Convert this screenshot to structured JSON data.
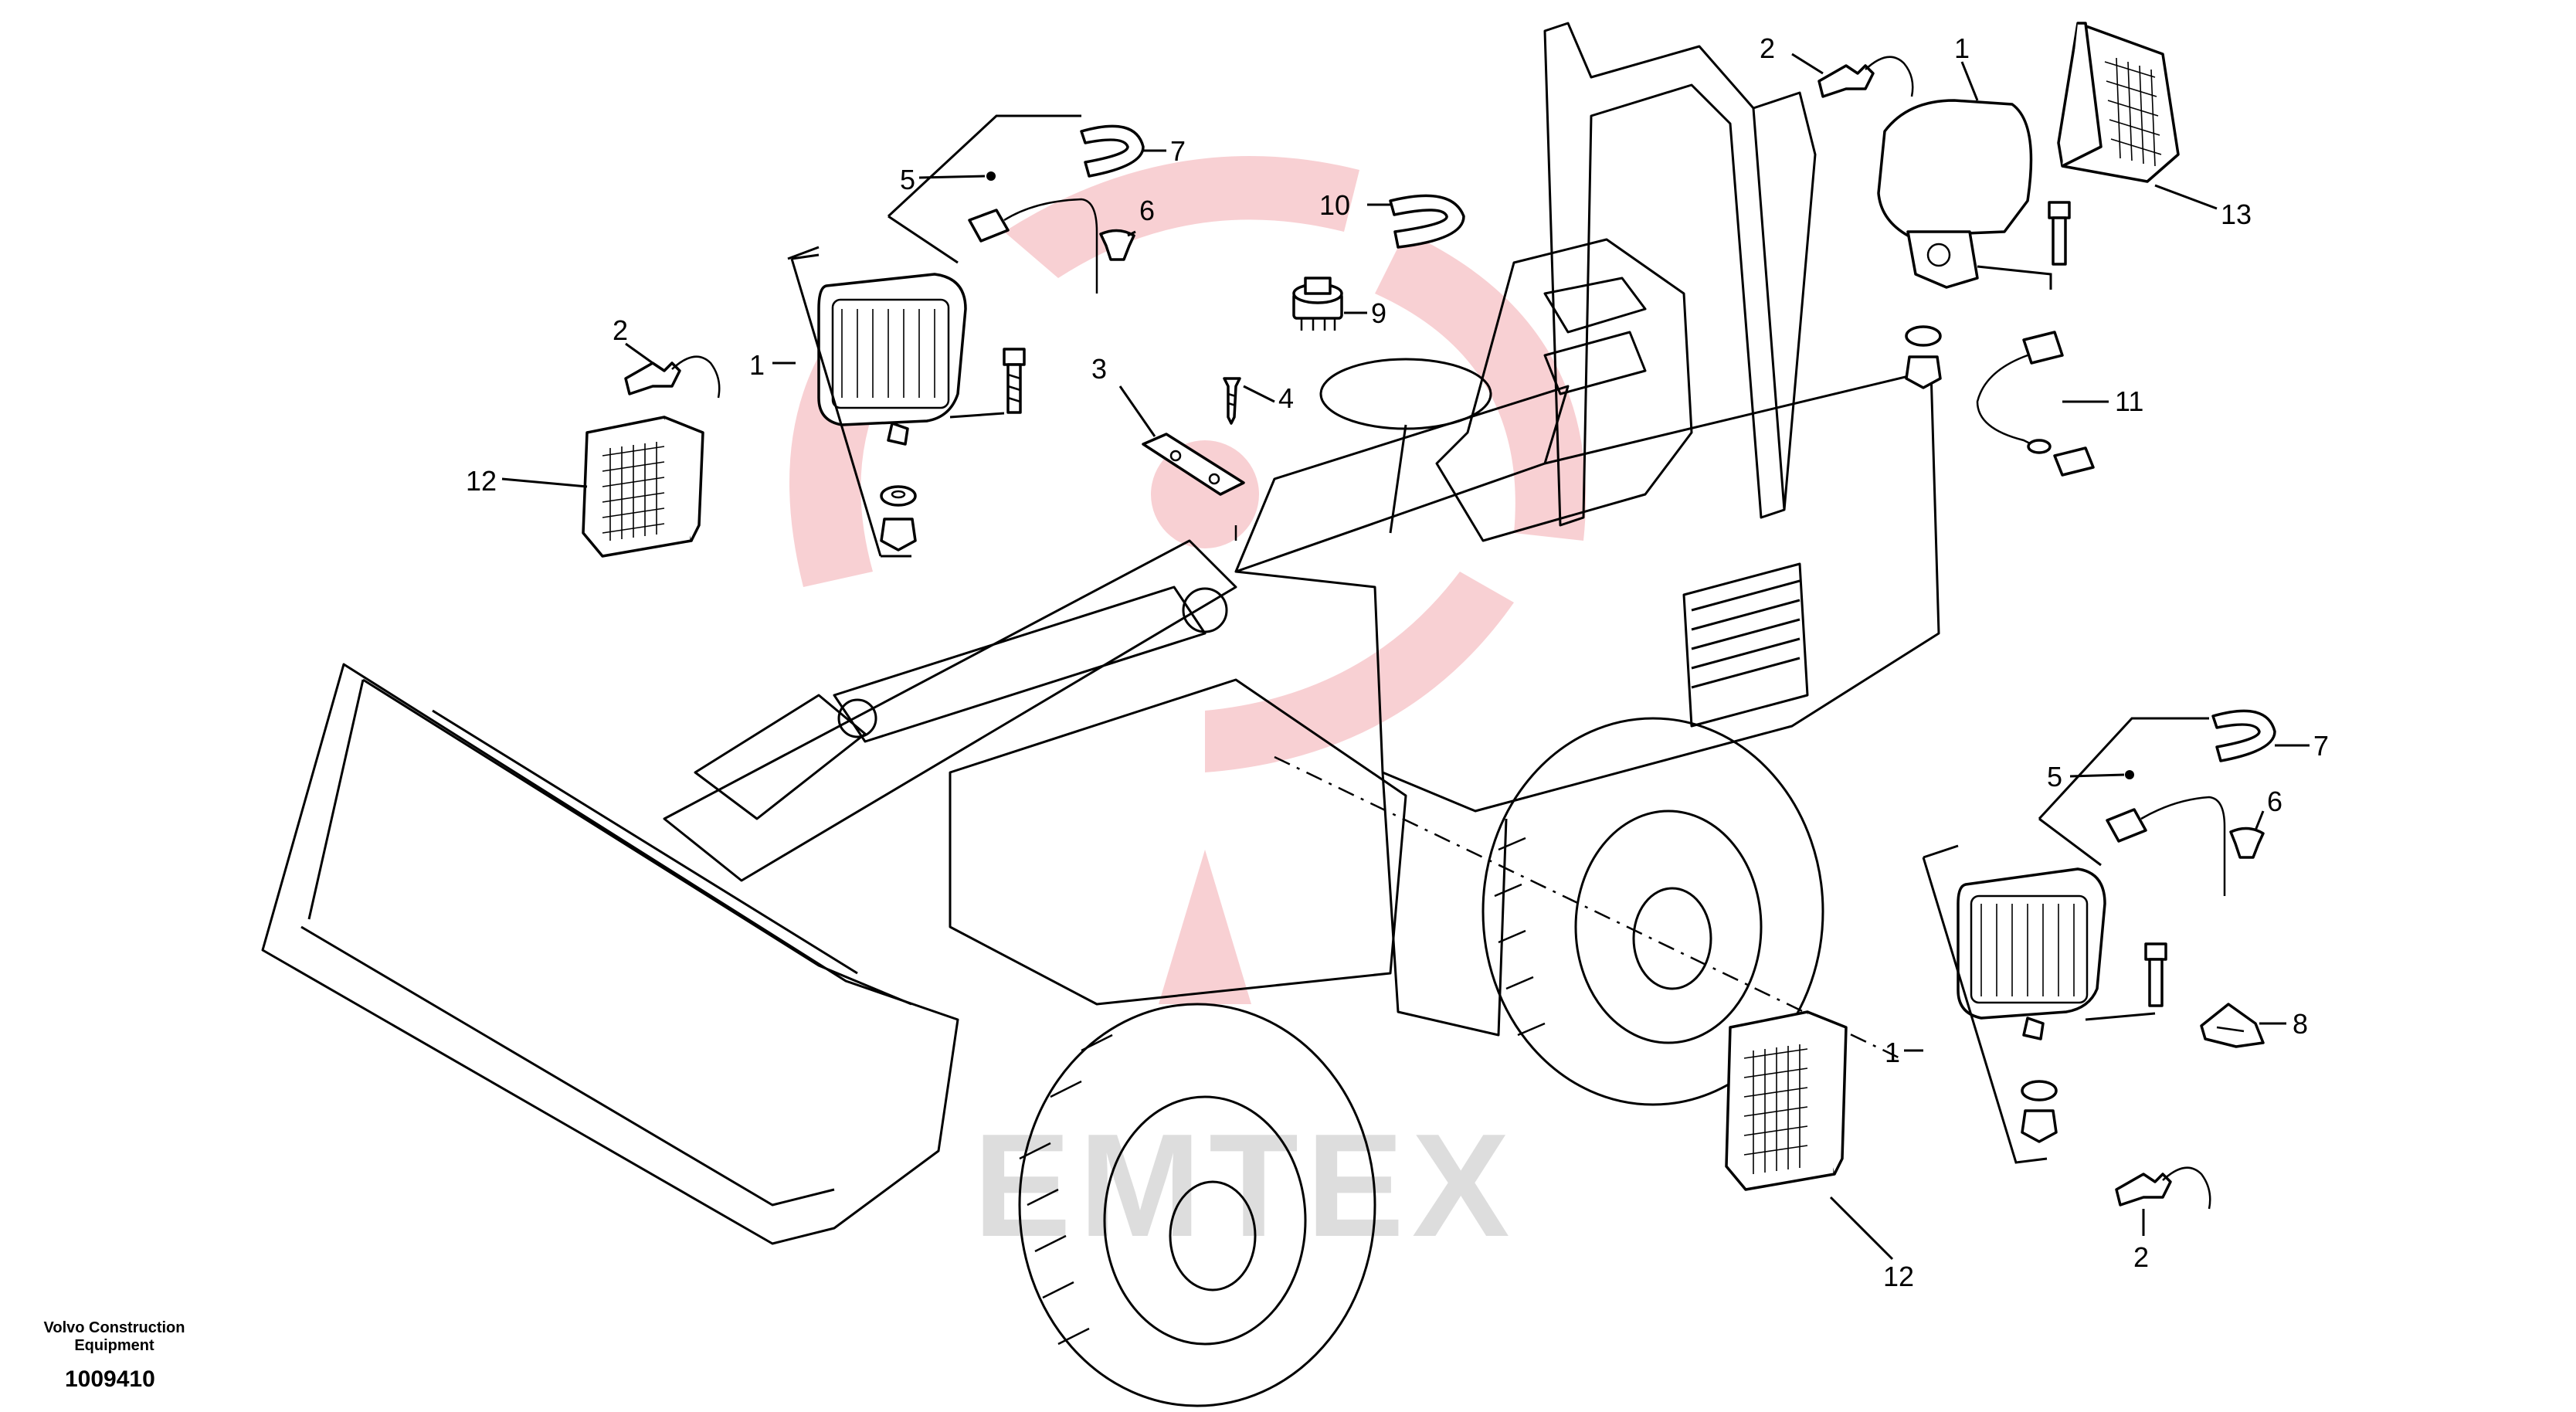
{
  "footer": {
    "company_line1": "Volvo Construction",
    "company_line2": "Equipment",
    "drawing_number": "1009410"
  },
  "watermark": {
    "text": "EMTEX",
    "color": "#f2a9ae"
  },
  "callouts": [
    "1",
    "1",
    "1",
    "2",
    "2",
    "2",
    "3",
    "4",
    "5",
    "5",
    "6",
    "6",
    "7",
    "7",
    "8",
    "9",
    "10",
    "11",
    "12",
    "12",
    "13"
  ]
}
